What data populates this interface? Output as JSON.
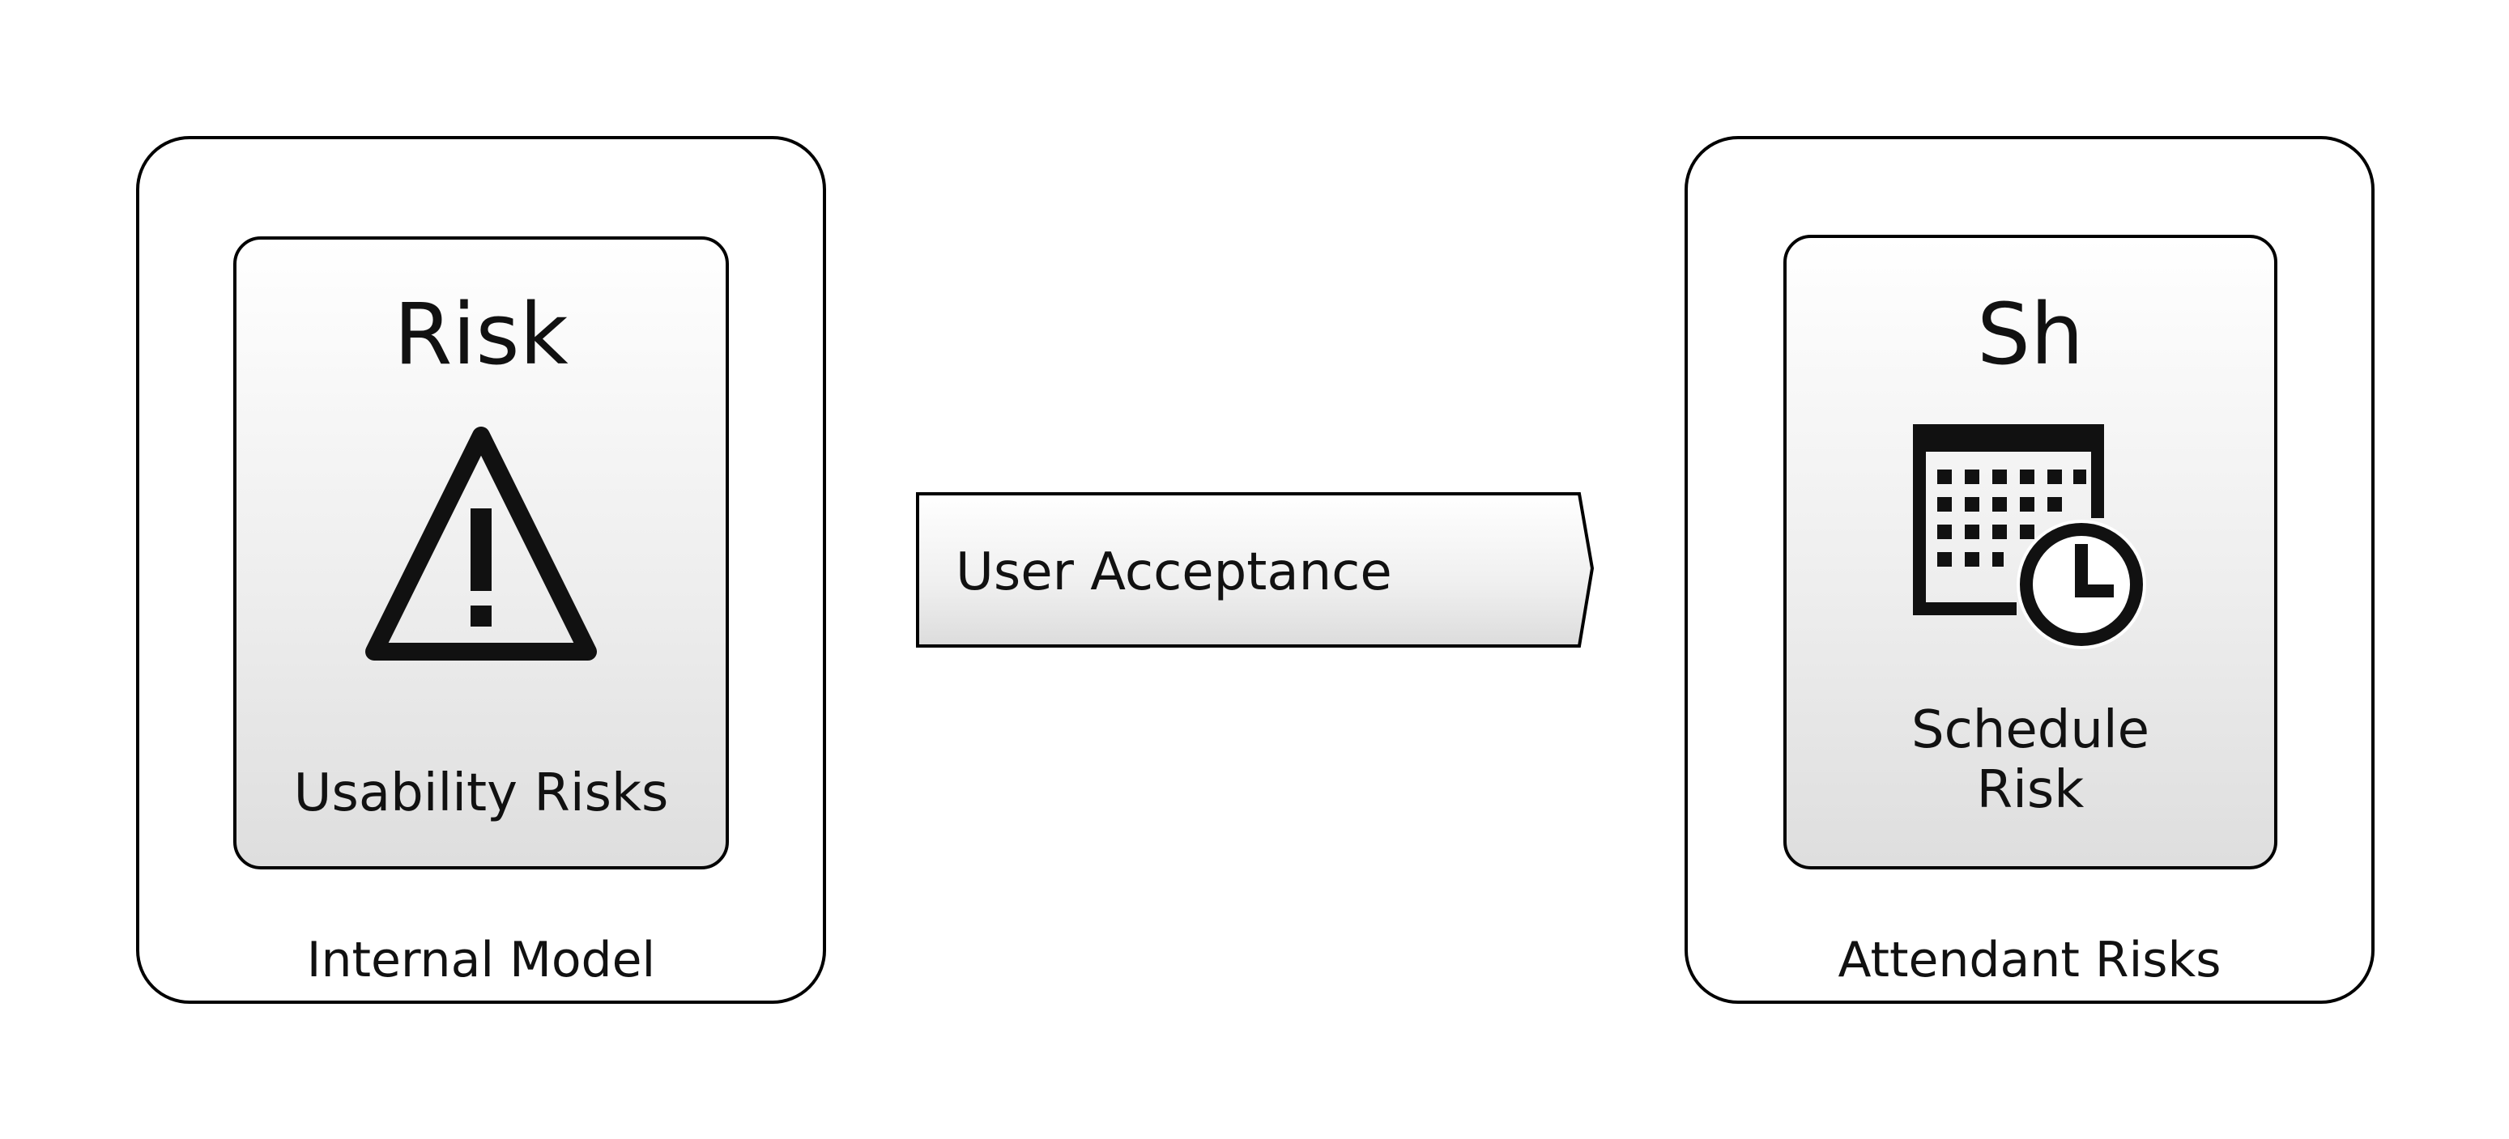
{
  "left_panel": {
    "caption": "Internal Model",
    "card": {
      "title": "Risk",
      "icon": "warning-icon",
      "label": "Usability Risks"
    }
  },
  "connector": {
    "label": "User Acceptance"
  },
  "right_panel": {
    "caption": "Attendant Risks",
    "card": {
      "title": "Sh",
      "icon": "calendar-clock-icon",
      "label_line1": "Schedule",
      "label_line2": "Risk"
    }
  }
}
